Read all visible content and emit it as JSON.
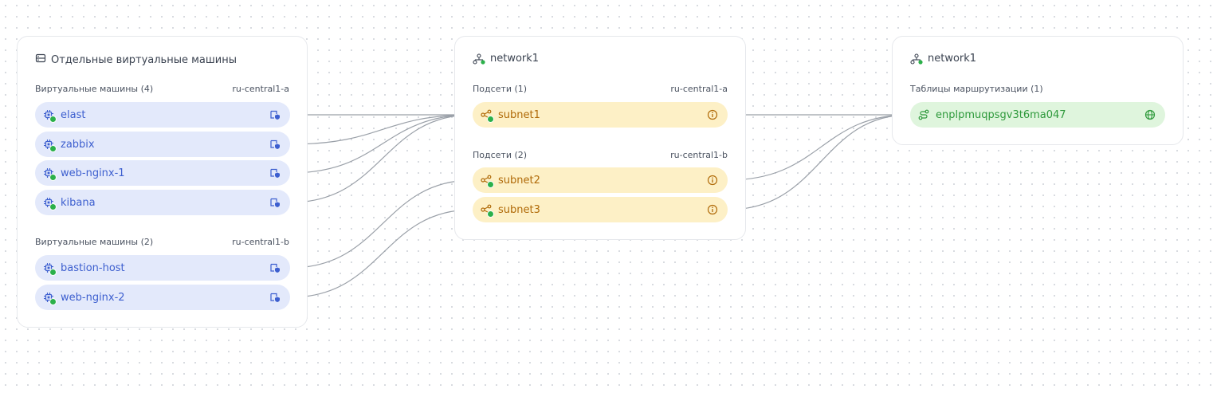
{
  "vm_card": {
    "title": "Отдельные виртуальные машины",
    "groups": [
      {
        "label": "Виртуальные машины (4)",
        "zone": "ru-central1-a",
        "items": [
          "elast",
          "zabbix",
          "web-nginx-1",
          "kibana"
        ]
      },
      {
        "label": "Виртуальные машины (2)",
        "zone": "ru-central1-b",
        "items": [
          "bastion-host",
          "web-nginx-2"
        ]
      }
    ]
  },
  "net_card": {
    "title": "network1",
    "groups": [
      {
        "label": "Подсети (1)",
        "zone": "ru-central1-a",
        "items": [
          "subnet1"
        ]
      },
      {
        "label": "Подсети (2)",
        "zone": "ru-central1-b",
        "items": [
          "subnet2",
          "subnet3"
        ]
      }
    ]
  },
  "rt_card": {
    "title": "network1",
    "group_label": "Таблицы маршрутизации (1)",
    "items": [
      "enplpmuqpsgv3t6ma047"
    ]
  },
  "colors": {
    "vm_pill": "#e3e9fb",
    "vm_text": "#3d5fcf",
    "subnet_pill": "#fdf0c6",
    "subnet_text": "#b06a08",
    "rt_pill": "#dff5dd",
    "rt_text": "#2f9a3c",
    "status_running": "#2bb04a"
  },
  "icons": {
    "vm": "cpu-icon",
    "vm_action": "shield-lock-icon",
    "subnet": "subnet-icon",
    "subnet_action": "info-icon",
    "network": "network-icon",
    "route_table": "route-icon",
    "rt_action": "globe-icon",
    "vm_card": "server-list-icon"
  }
}
